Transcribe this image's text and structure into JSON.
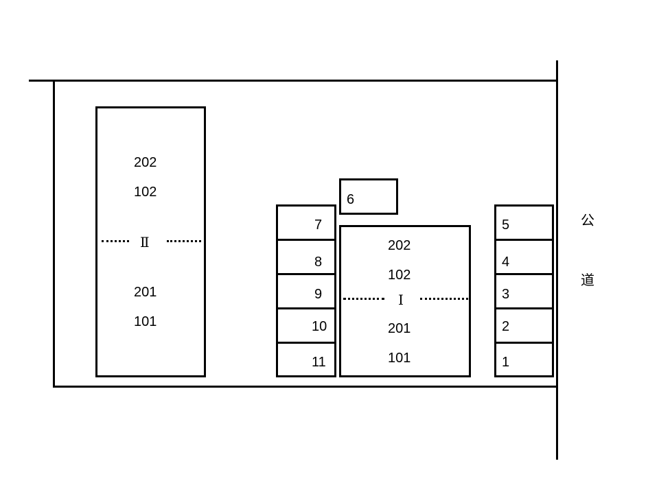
{
  "building_2": {
    "roman": "Ⅱ",
    "units": [
      "202",
      "102",
      "201",
      "101"
    ]
  },
  "building_1": {
    "roman": "Ⅰ",
    "units": [
      "202",
      "102",
      "201",
      "101"
    ]
  },
  "parking_left": [
    "7",
    "8",
    "9",
    "10",
    "11"
  ],
  "parking_top": "6",
  "parking_right": [
    "5",
    "4",
    "3",
    "2",
    "1"
  ],
  "road": {
    "char1": "公",
    "char2": "道"
  }
}
